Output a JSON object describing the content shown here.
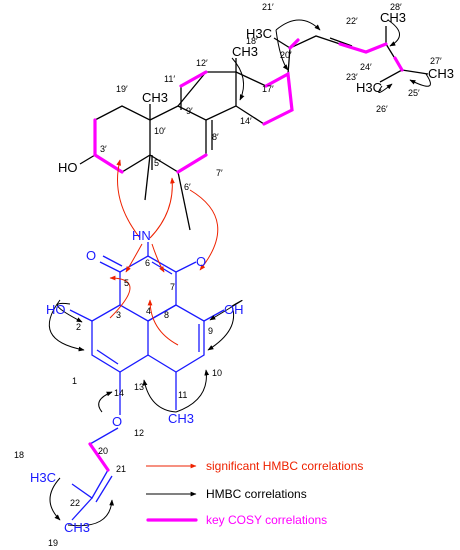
{
  "atoms": {
    "HO3": "HO",
    "HN": "HN",
    "O_keto": "O",
    "O_ether": "O",
    "HO_left": "HO",
    "OH_right": "OH",
    "O_prenyl": "O",
    "H3C_21p": "H3C",
    "CH3_28p": "CH3",
    "H3C_26p": "H3C",
    "CH3_27p": "CH3",
    "CH3_18p": "CH3",
    "CH3_19p": "CH3",
    "CH3_12": "CH3",
    "H3C_18": "H3C",
    "CH3_19": "CH3"
  },
  "numbers": {
    "n21p": "21′",
    "n22p": "22′",
    "n28p": "28′",
    "n18p": "18′",
    "n20p": "20′",
    "n12p": "12′",
    "n27p": "27′",
    "n24p": "24′",
    "n19p": "19′",
    "n11p": "11′",
    "n17p": "17′",
    "n23p": "23′",
    "n25p": "25′",
    "n9p": "9′",
    "n14p": "14′",
    "n26p": "26′",
    "n10p": "10′",
    "n8p": "8′",
    "n3p": "3′",
    "n5p": "5′",
    "n7p": "7′",
    "n6p": "6′",
    "n6": "6",
    "n5": "5",
    "n7": "7",
    "n2": "2",
    "n3": "3",
    "n8": "8",
    "n9": "9",
    "n4": "4",
    "n1": "1",
    "n10": "10",
    "n14": "14",
    "n13": "13",
    "n11": "11",
    "n12": "12",
    "n20": "20",
    "n21": "21",
    "n18": "18",
    "n22": "22",
    "n19": "19"
  },
  "legend": {
    "items": [
      {
        "label": "significant HMBC correlations",
        "color": "#ee2200"
      },
      {
        "label": "HMBC correlations",
        "color": "#000000"
      },
      {
        "label": "key COSY correlations",
        "color": "#ff00ff"
      }
    ]
  },
  "colors": {
    "naphthalene_core": "#1a1aff",
    "cosy": "#ff00ff",
    "hmbc_significant": "#ee2200",
    "hmbc": "#000000"
  }
}
